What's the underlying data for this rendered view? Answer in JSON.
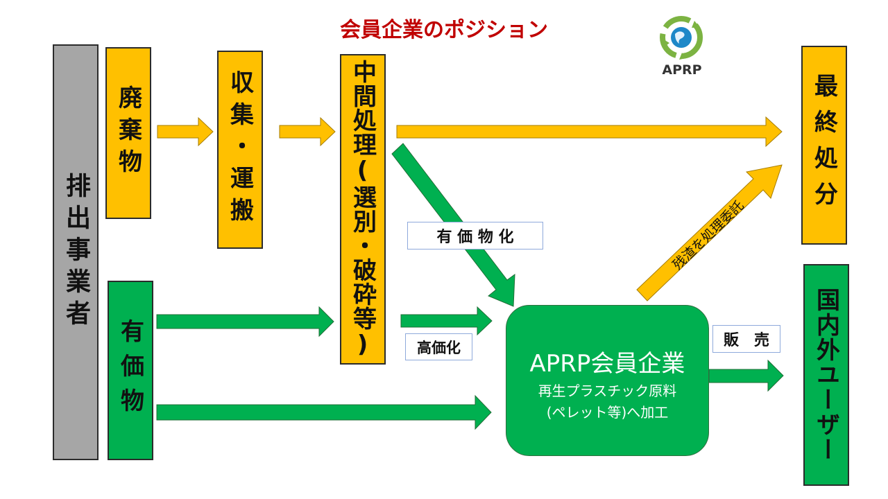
{
  "title": "会員企業のポジション",
  "logo": {
    "text": "APRP",
    "icon": "recycle-globe-icon",
    "colors": {
      "ring": "#6aaa2a",
      "globe": "#1e88c8"
    }
  },
  "nodes": {
    "haishutsu": "排出事業者",
    "haikibutsu": "廃棄物",
    "shushu": "収集・運搬",
    "chukan": "中間処理(選別・破砕等)",
    "yukabutsu": "有価物",
    "saishu": "最終処分",
    "users": "国内外ユーザー",
    "aprp_title": "APRP会員企業",
    "aprp_line1": "再生プラスチック原料",
    "aprp_line2": "(ペレット等)へ加工"
  },
  "edge_labels": {
    "yuka_ka": "有 価 物 化",
    "koka_ka": "高価化",
    "hanbai": "販　売",
    "zansa": "残渣を処理委託"
  },
  "colors": {
    "orange": "#ffc000",
    "green": "#00b050",
    "gray": "#a6a6a6",
    "title": "#c00000"
  }
}
